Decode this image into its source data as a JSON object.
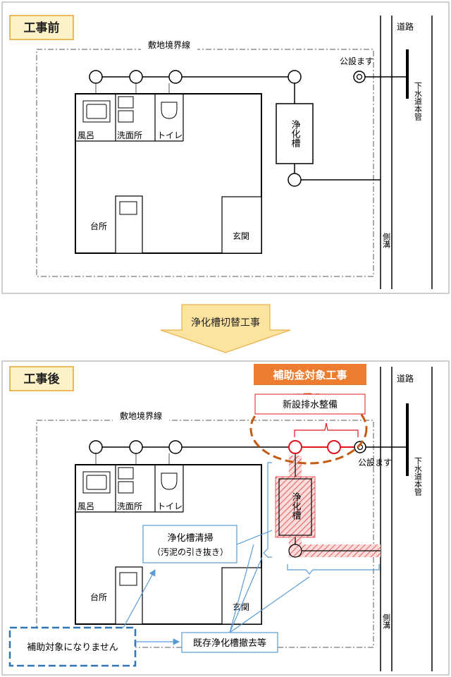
{
  "before": {
    "label": "工事前",
    "boundary_label": "敷地境界線",
    "road_label": "道路",
    "public_basin_label": "公設ます",
    "sewer_main_label": "下水道本管",
    "side_ditch_label": "側溝",
    "septic_tank_label": "浄化槽",
    "rooms": {
      "bath": "風呂",
      "washroom": "洗面所",
      "toilet": "トイレ",
      "kitchen": "台所",
      "entrance": "玄関"
    }
  },
  "arrow_label": "浄化槽切替工事",
  "after": {
    "label": "工事後",
    "boundary_label": "敷地境界線",
    "road_label": "道路",
    "public_basin_label": "公設ます",
    "sewer_main_label": "下水道本管",
    "side_ditch_label": "側溝",
    "septic_tank_label": "浄化槽",
    "rooms": {
      "bath": "風呂",
      "washroom": "洗面所",
      "toilet": "トイレ",
      "kitchen": "台所",
      "entrance": "玄関"
    },
    "subsidy_badge": "補助金対象工事",
    "new_drainage_label": "新設排水整備",
    "cleaning_line1": "浄化槽清掃",
    "cleaning_line2": "（汚泥の引き抜き）",
    "not_covered_label": "補助対象になりません",
    "removal_label": "既存浄化槽撤去等"
  },
  "colors": {
    "frame_border": "#bfbfbf",
    "label_fill": "#fdf1c7",
    "label_border": "#e7a52c",
    "arrow_fill": "#fde3a0",
    "arrow_border": "#e8b04a",
    "badge_fill": "#ec7c30",
    "subsidy_red": "#e0161f",
    "hatch": "#ea5a5a",
    "ellipse": "#c55a11",
    "callout_blue": "#5b9bd5",
    "dash_blue": "#2e75b6"
  }
}
